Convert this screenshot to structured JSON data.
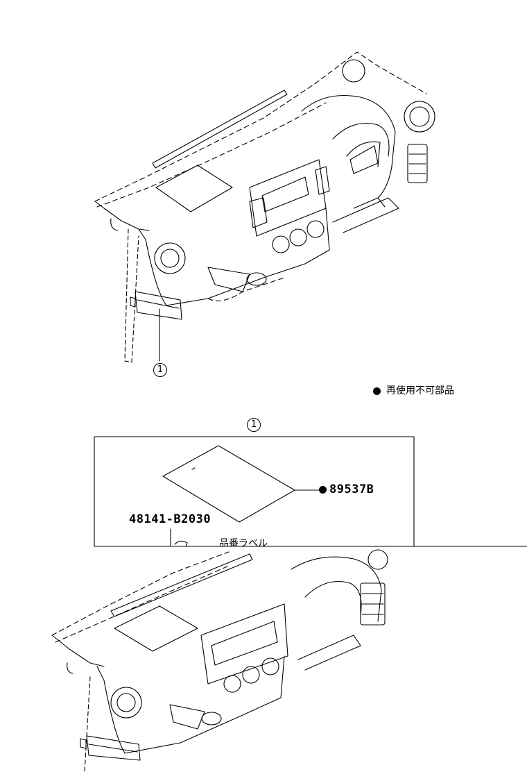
{
  "legend": {
    "bullet_text": "再使用不可部品"
  },
  "callouts": {
    "main_ref": "1",
    "detail_ref": "1"
  },
  "parts": {
    "sheet_part": "89537B",
    "label_part": "48141-B2030",
    "label_name": "品番ラベル"
  },
  "colors": {
    "line": "#000000",
    "background": "#ffffff"
  }
}
